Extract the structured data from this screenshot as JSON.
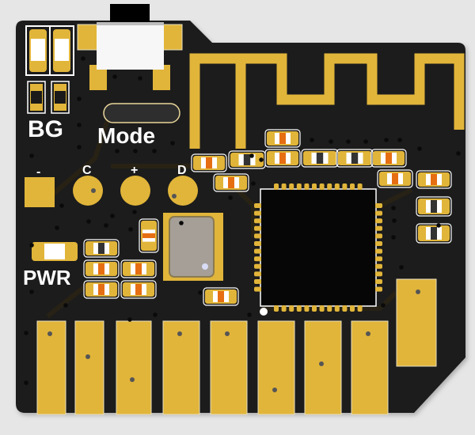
{
  "board": {
    "name": "pcb-render",
    "colors": {
      "background": "#e6e6e6",
      "soldermask": "#1b1b1b",
      "copper": "#e1b53a",
      "silkscreen": "#ffffff",
      "chip": "#060606",
      "crystal": "#a59f98",
      "resistor_orange": "#e66e12",
      "resistor_body": "#333333",
      "led_body": "#ffffff"
    }
  },
  "labels": {
    "bg": "BG",
    "mode": "Mode",
    "pwr": "PWR",
    "pin_minus": "-",
    "pin_c": "C",
    "pin_plus": "+",
    "pin_d": "D"
  },
  "components": {
    "edge_pad_count": 8,
    "qfn_pins_per_side": 12,
    "antenna": "meander-trace"
  }
}
